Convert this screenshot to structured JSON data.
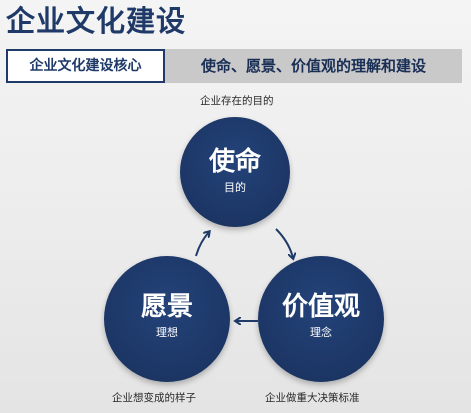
{
  "title": "企业文化建设",
  "banner": {
    "label": "企业文化建设核心",
    "text": "使命、愿景、价值观的理解和建设"
  },
  "cycle": {
    "top": {
      "main": "使命",
      "sub": "目的",
      "caption": "企业存在的目的"
    },
    "right": {
      "main": "价值观",
      "sub": "理念",
      "caption": "企业做重大决策标准"
    },
    "left": {
      "main": "愿景",
      "sub": "理想",
      "caption": "企业想变成的样子"
    }
  },
  "colors": {
    "circle": "#1f3a68",
    "title": "#1f3a68",
    "banner_bg": "#c9c9c9",
    "arrow": "#1f3a68"
  }
}
